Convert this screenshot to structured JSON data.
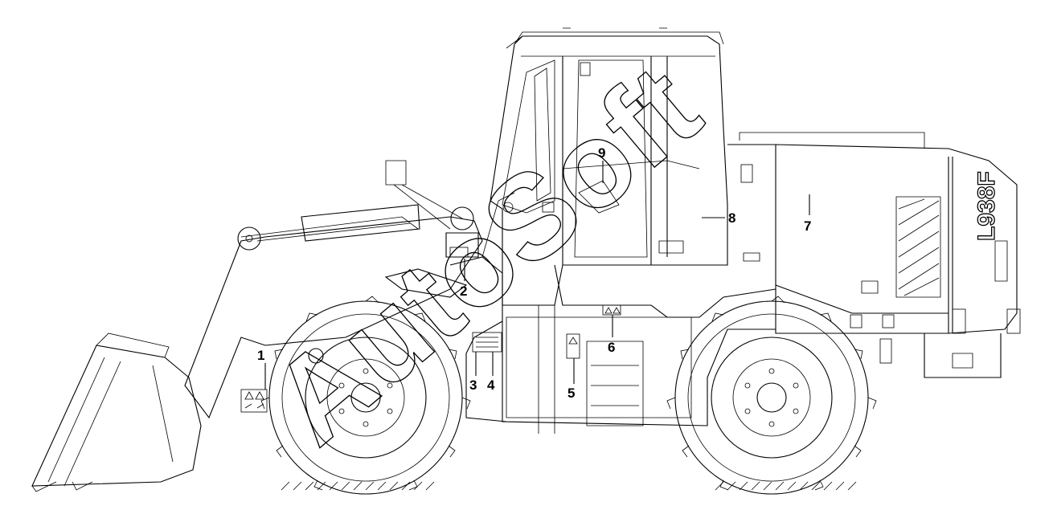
{
  "diagram": {
    "model_text": "L938F",
    "watermark": "AutoSoft",
    "corner_mark": "",
    "callouts": [
      {
        "id": "1",
        "label": "1"
      },
      {
        "id": "2",
        "label": "2"
      },
      {
        "id": "3",
        "label": "3"
      },
      {
        "id": "4",
        "label": "4"
      },
      {
        "id": "5",
        "label": "5"
      },
      {
        "id": "6",
        "label": "6"
      },
      {
        "id": "7",
        "label": "7"
      },
      {
        "id": "8",
        "label": "8"
      },
      {
        "id": "9",
        "label": "9"
      }
    ]
  },
  "colors": {
    "line": "#000000",
    "background": "#ffffff"
  }
}
